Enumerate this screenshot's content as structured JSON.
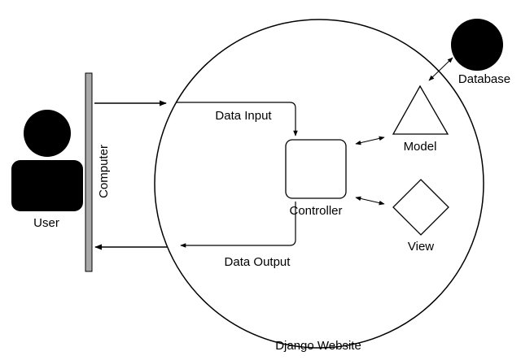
{
  "labels": {
    "user": "User",
    "computer": "Computer",
    "data_input": "Data Input",
    "data_output": "Data Output",
    "controller": "Controller",
    "model": "Model",
    "view": "View",
    "database": "Database",
    "website": "Django Website"
  },
  "icons": {
    "user": "person-silhouette-icon",
    "computer": "vertical-bar-icon",
    "controller": "rounded-square-icon",
    "model": "triangle-icon",
    "view": "diamond-icon",
    "database": "filled-circle-icon"
  },
  "colors": {
    "ink": "#000000",
    "computer_fill": "#a8a8a8",
    "background": "#ffffff"
  }
}
